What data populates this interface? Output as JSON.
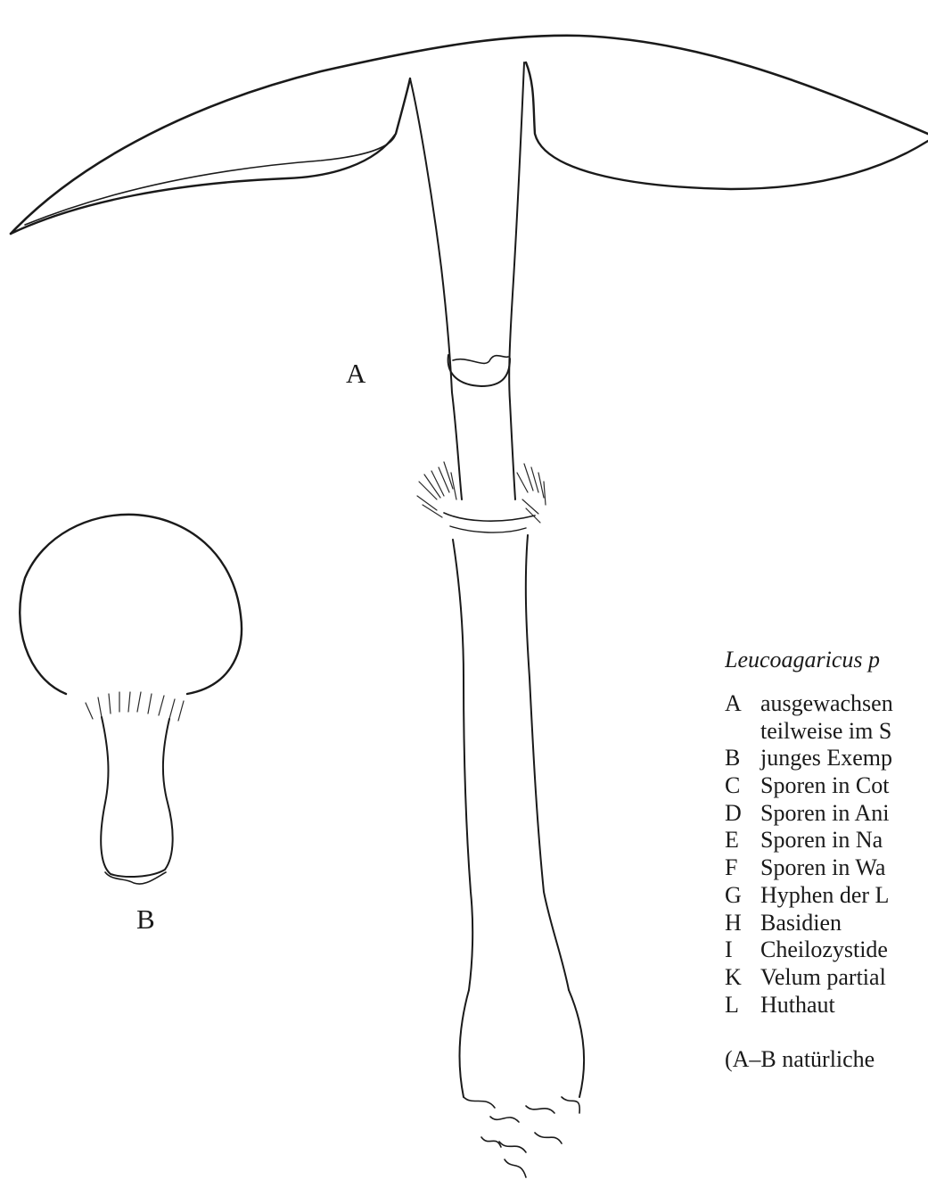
{
  "figure_labels": {
    "a": "A",
    "b": "B"
  },
  "legend": {
    "title": "Leucoagaricus p",
    "items": [
      {
        "key": "A",
        "text": "ausgewachsen"
      },
      {
        "key": "",
        "text": "teilweise im S"
      },
      {
        "key": "B",
        "text": "junges Exemp"
      },
      {
        "key": "C",
        "text": "Sporen in Cot"
      },
      {
        "key": "D",
        "text": "Sporen in Ani"
      },
      {
        "key": "E",
        "text": "Sporen in Na"
      },
      {
        "key": "F",
        "text": "Sporen in Wa"
      },
      {
        "key": "G",
        "text": "Hyphen der L"
      },
      {
        "key": "H",
        "text": "Basidien"
      },
      {
        "key": "I",
        "text": "Cheilozystide"
      },
      {
        "key": "K",
        "text": "Velum partial"
      },
      {
        "key": "L",
        "text": "Huthaut"
      }
    ],
    "footer": "(A–B natürliche"
  },
  "colors": {
    "ink": "#1a1a1a",
    "paper": "#ffffff"
  }
}
